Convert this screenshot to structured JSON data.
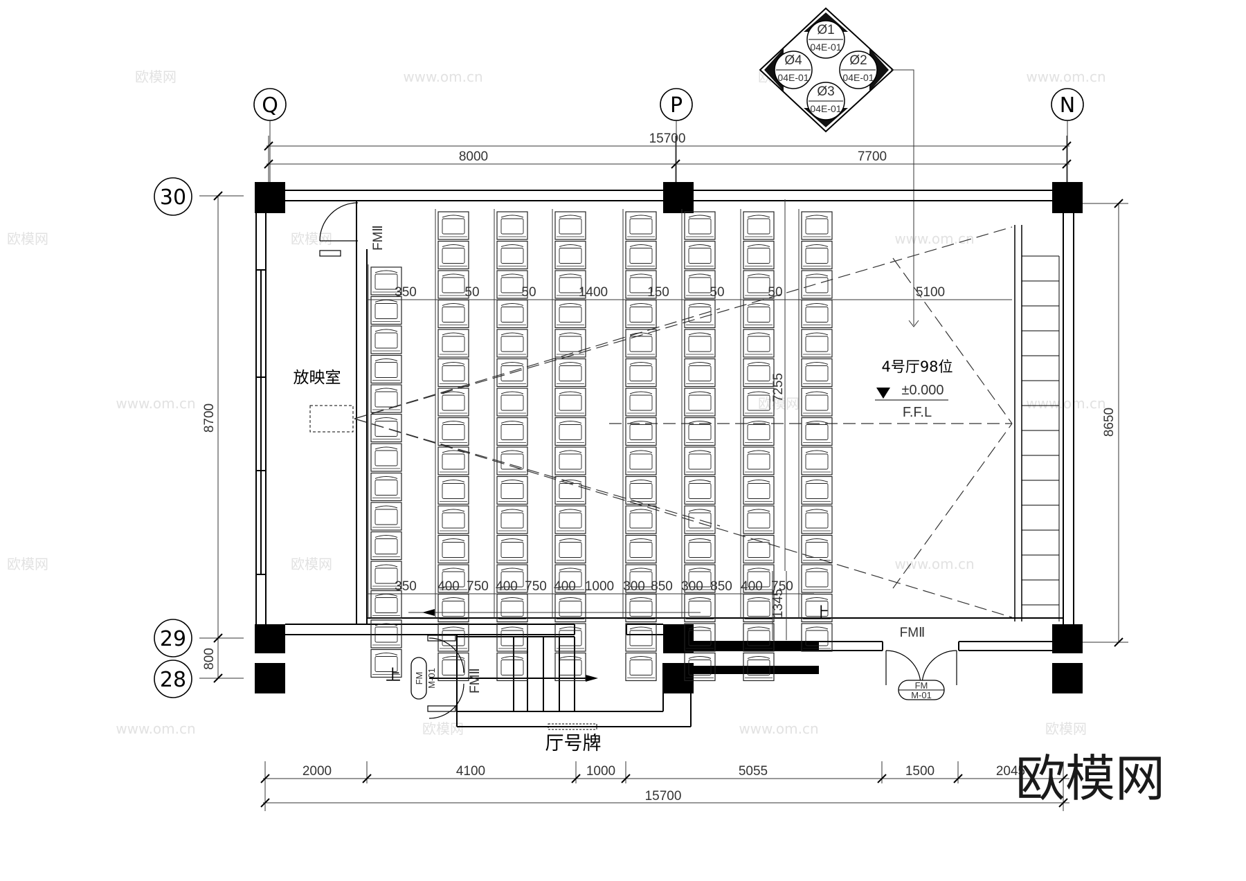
{
  "axes": {
    "top": [
      "Q",
      "P",
      "N"
    ],
    "left": [
      "30",
      "29",
      "28"
    ]
  },
  "dimensions": {
    "top_total": "15700",
    "top_parts": [
      "8000",
      "7700"
    ],
    "bottom_total": "15700",
    "bottom_parts": [
      "2000",
      "4100",
      "1000",
      "5055",
      "1500",
      "2045"
    ],
    "left_total": "8700",
    "left_small": "800",
    "right_total": "8650",
    "row_upper": [
      "350",
      "50",
      "50",
      "1400",
      "150",
      "50",
      "50",
      "5100"
    ],
    "row_lower": [
      "350",
      "400",
      "750",
      "400",
      "750",
      "400",
      "1000",
      "300",
      "850",
      "300",
      "850",
      "400",
      "750"
    ],
    "vertical_inner": "7255",
    "vertical_step": "1345"
  },
  "labels": {
    "projection_room": "放映室",
    "hall_name": "4号厅98位",
    "elevation": "±0.000",
    "floor_ref": "F.F.L",
    "hall_sign": "厅号牌",
    "up_left": "上",
    "up_right": "上",
    "door_fm_top": "FMⅡ",
    "door_fm_stair": "FMⅡ",
    "door_fm_right": "FMⅡ",
    "door_tag_fm": "FM",
    "door_tag_code": "M-01"
  },
  "section_marker": {
    "items": [
      "Ø1",
      "Ø2",
      "Ø3",
      "Ø4"
    ],
    "code": "04E-01"
  },
  "watermark": {
    "brand": "欧模网",
    "url": "www.om.cn"
  }
}
